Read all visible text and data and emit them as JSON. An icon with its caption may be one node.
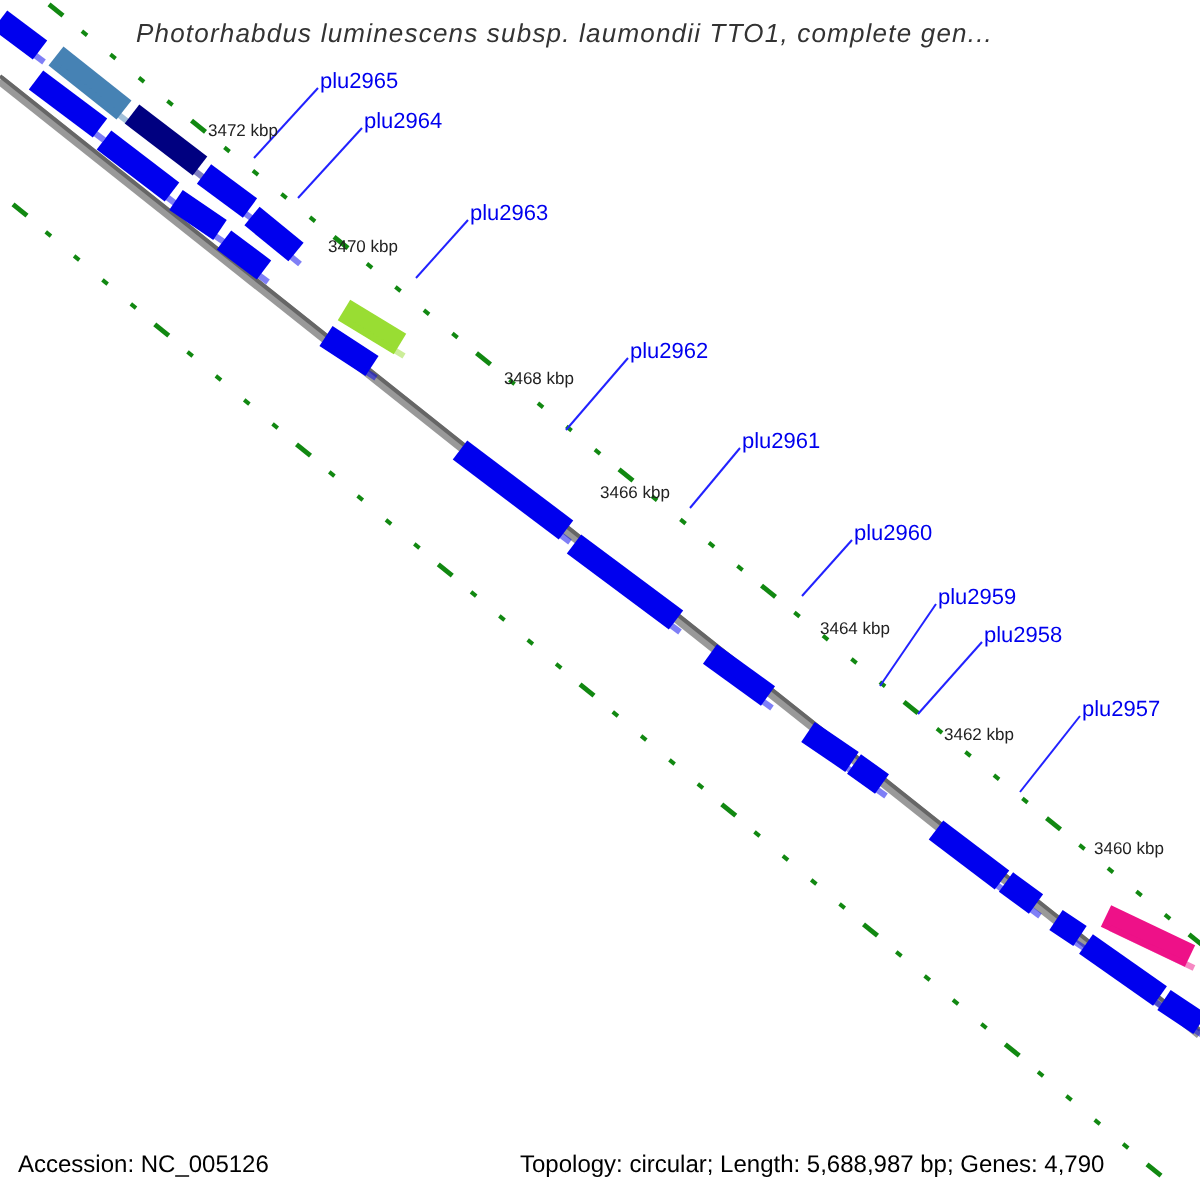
{
  "diagram": {
    "title": "Photorhabdus luminescens subsp. laumondii TTO1, complete gen...",
    "nodes": [
      {
        "text": [
          "plu2965"
        ]
      },
      {
        "text": [
          "plu2964"
        ]
      },
      {
        "text": [
          "plu2963"
        ]
      },
      {
        "text": [
          "plu2962"
        ]
      },
      {
        "text": [
          "plu2961"
        ]
      },
      {
        "text": [
          "plu2960"
        ]
      },
      {
        "text": [
          "plu2959"
        ]
      },
      {
        "text": [
          "plu2958"
        ]
      },
      {
        "text": [
          "plu2957"
        ]
      }
    ],
    "edges": [
      {
        "from": 0,
        "to": null,
        "arrow": "none"
      },
      {
        "from": 1,
        "to": null,
        "arrow": "none"
      },
      {
        "from": 2,
        "to": null,
        "arrow": "none"
      },
      {
        "from": 3,
        "to": null,
        "arrow": "none"
      },
      {
        "from": 4,
        "to": null,
        "arrow": "none"
      },
      {
        "from": 5,
        "to": null,
        "arrow": "none"
      },
      {
        "from": 6,
        "to": null,
        "arrow": "none"
      },
      {
        "from": 7,
        "to": null,
        "arrow": "none"
      },
      {
        "from": 8,
        "to": null,
        "arrow": "none"
      }
    ],
    "labels": [
      "3472 kbp",
      "3470 kbp",
      "3468 kbp",
      "3466 kbp",
      "3464 kbp",
      "3462 kbp",
      "3460 kbp",
      "Accession: NC_005126",
      "Topology: circular; Length: 5,688,987 bp; Genes: 4,790"
    ]
  }
}
